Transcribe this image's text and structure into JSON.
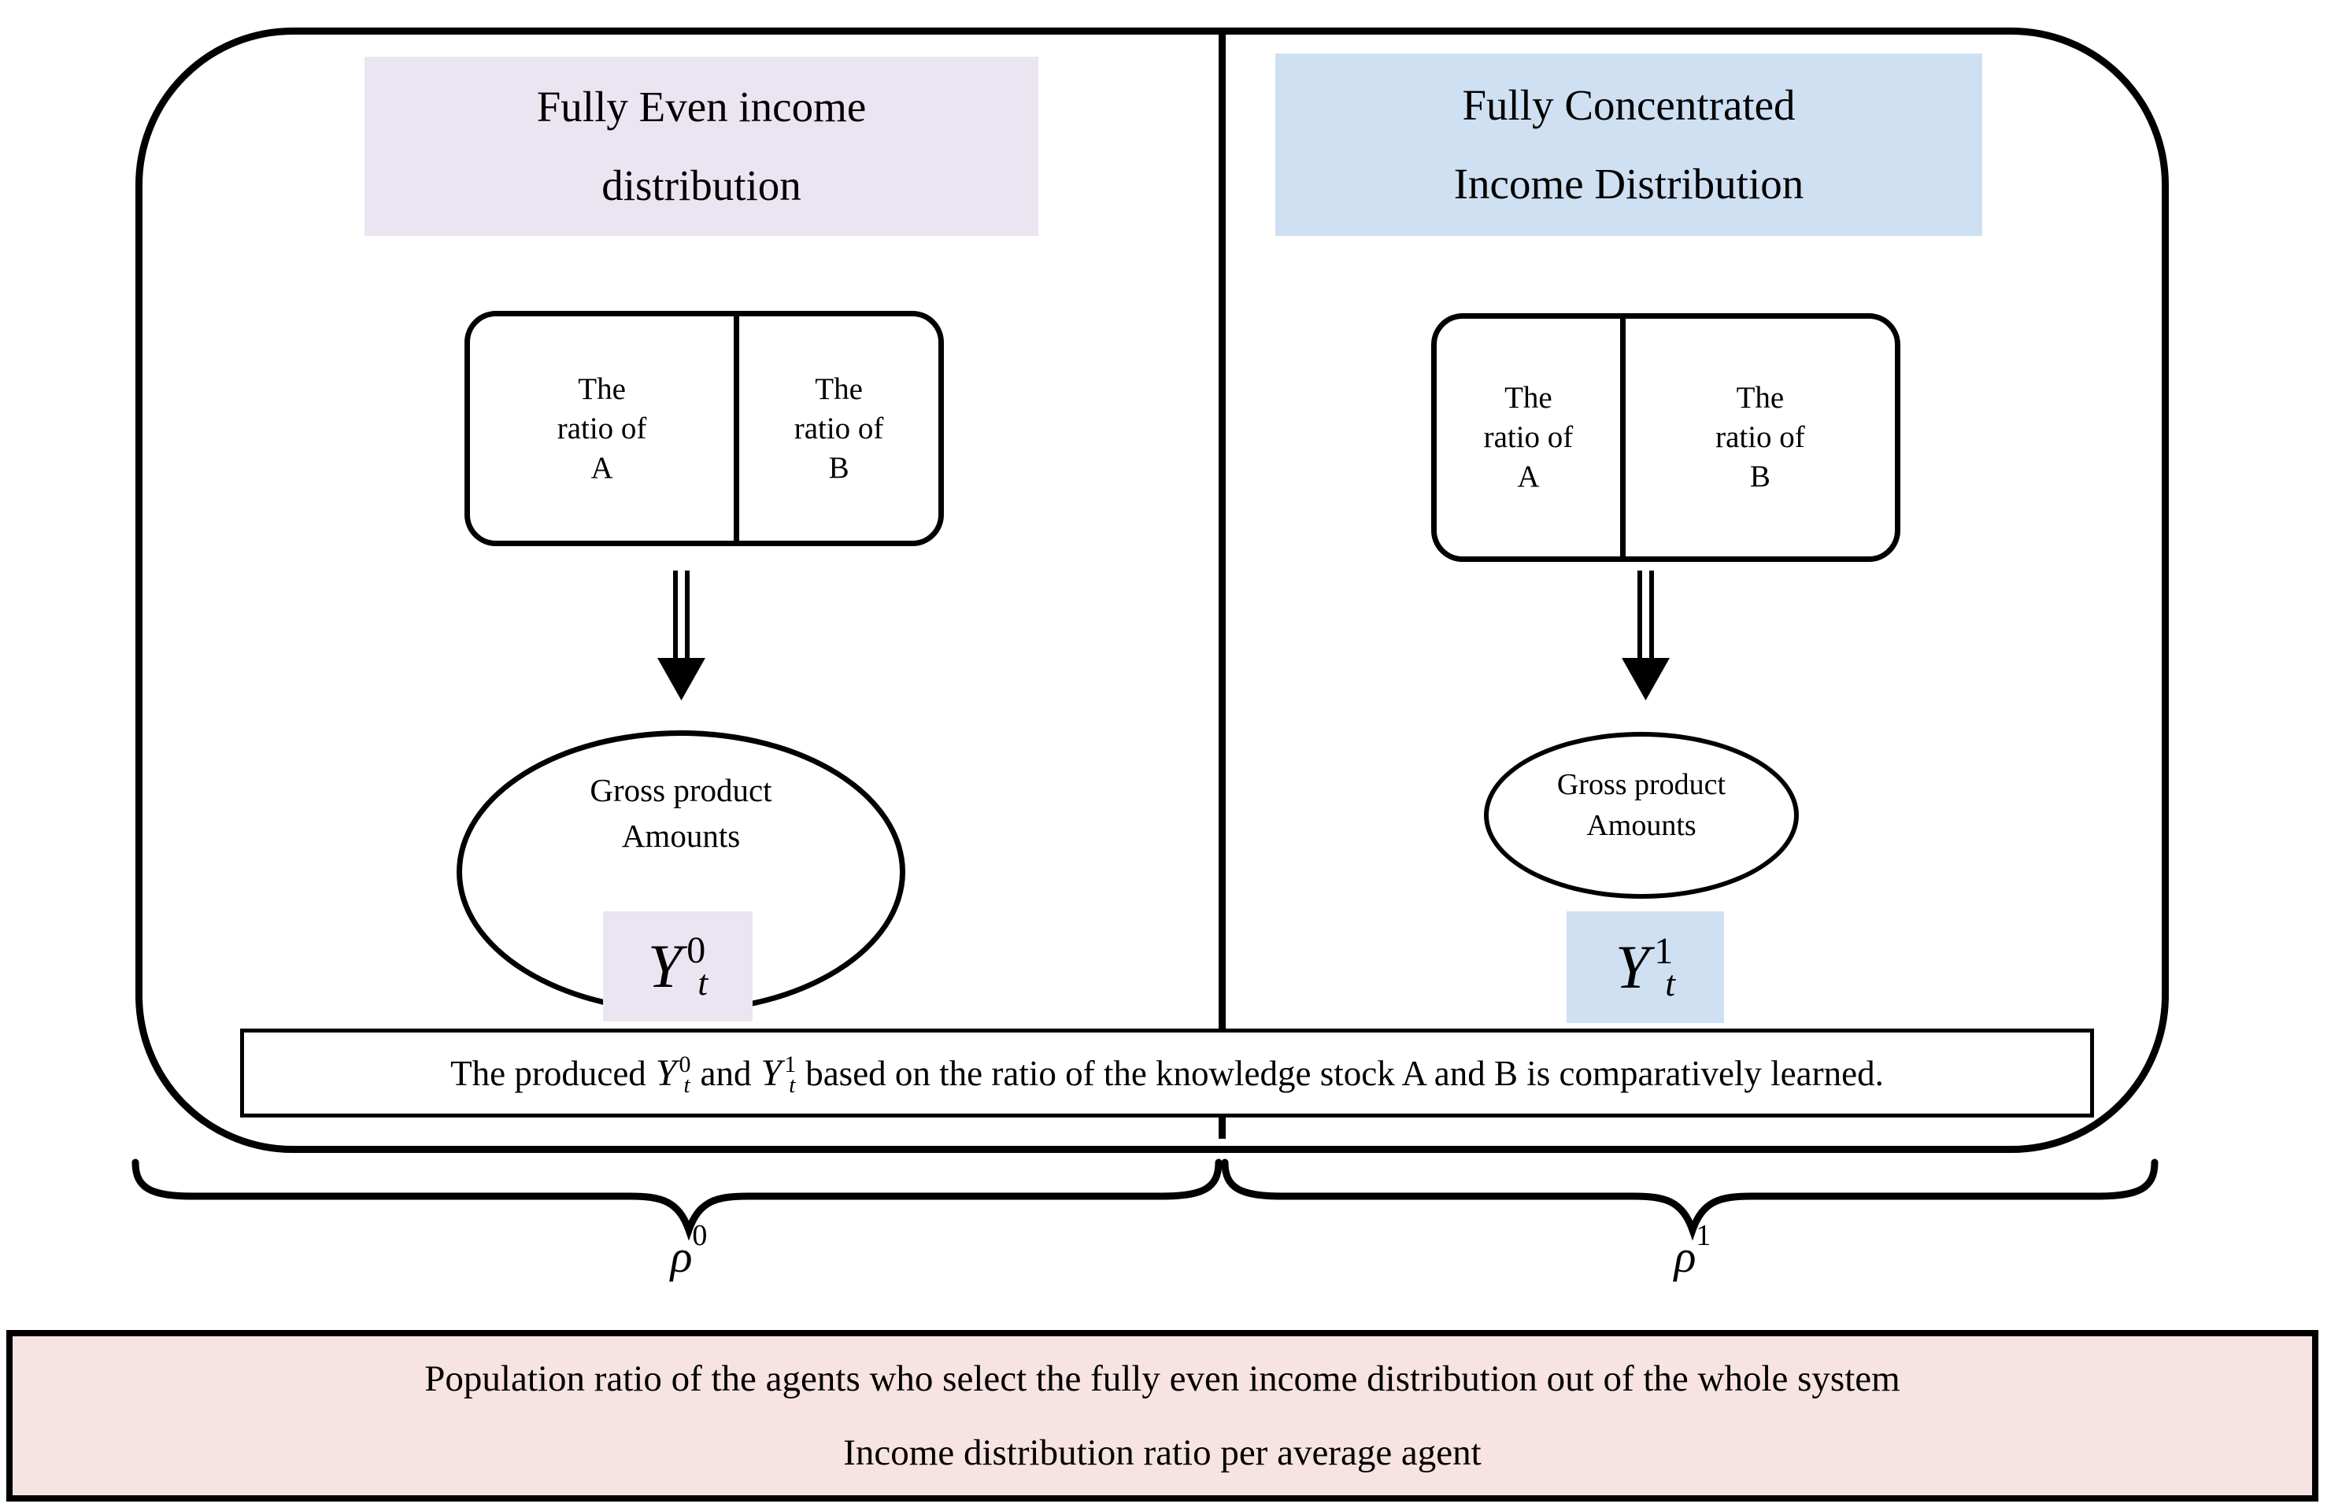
{
  "colors": {
    "lavender": "#EAE5F1",
    "blue": "#CFE0F2",
    "pink": "#F7E3E1",
    "line": "#000000"
  },
  "left_panel": {
    "header_line1": "Fully Even income",
    "header_line2": "distribution",
    "ratio_box": {
      "a_line1": "The",
      "a_line2": "ratio of",
      "a_line3": "A",
      "b_line1": "The",
      "b_line2": "ratio of",
      "b_line3": "B"
    },
    "ellipse_line1": "Gross product",
    "ellipse_line2": "Amounts",
    "formula": {
      "base": "Y",
      "sup": "0",
      "sub": "t"
    },
    "rho": {
      "base": "ρ",
      "sup": "0"
    }
  },
  "right_panel": {
    "header_line1": "Fully Concentrated",
    "header_line2": "Income Distribution",
    "ratio_box": {
      "a_line1": "The",
      "a_line2": "ratio of",
      "a_line3": "A",
      "b_line1": "The",
      "b_line2": "ratio of",
      "b_line3": "B"
    },
    "ellipse_line1": "Gross product",
    "ellipse_line2": "Amounts",
    "formula": {
      "base": "Y",
      "sup": "1",
      "sub": "t"
    },
    "rho": {
      "base": "ρ",
      "sup": "1"
    }
  },
  "produced_note": {
    "part1": "The produced",
    "f1": {
      "base": "Y",
      "sup": "0",
      "sub": "t"
    },
    "part2": "and",
    "f2": {
      "base": "Y",
      "sup": "1",
      "sub": "t"
    },
    "part3": "based on the ratio of the knowledge stock A and B is comparatively learned."
  },
  "bottom_box": {
    "line1": "Population ratio of the agents who select the fully even income distribution out of the whole system",
    "line2": "Income distribution ratio per average agent"
  }
}
